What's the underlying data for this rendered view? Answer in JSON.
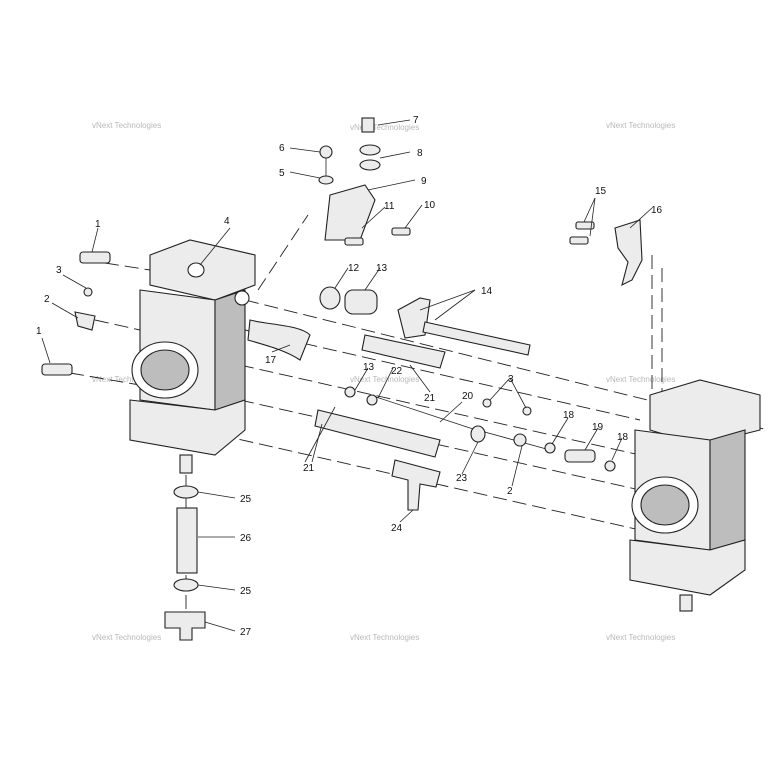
{
  "watermark": "vNext Technologies",
  "callouts": [
    "1",
    "2",
    "3",
    "4",
    "5",
    "6",
    "7",
    "8",
    "9",
    "10",
    "11",
    "12",
    "13",
    "14",
    "15",
    "16",
    "17",
    "18",
    "19",
    "20",
    "21",
    "22",
    "23",
    "24",
    "25",
    "26",
    "27"
  ]
}
